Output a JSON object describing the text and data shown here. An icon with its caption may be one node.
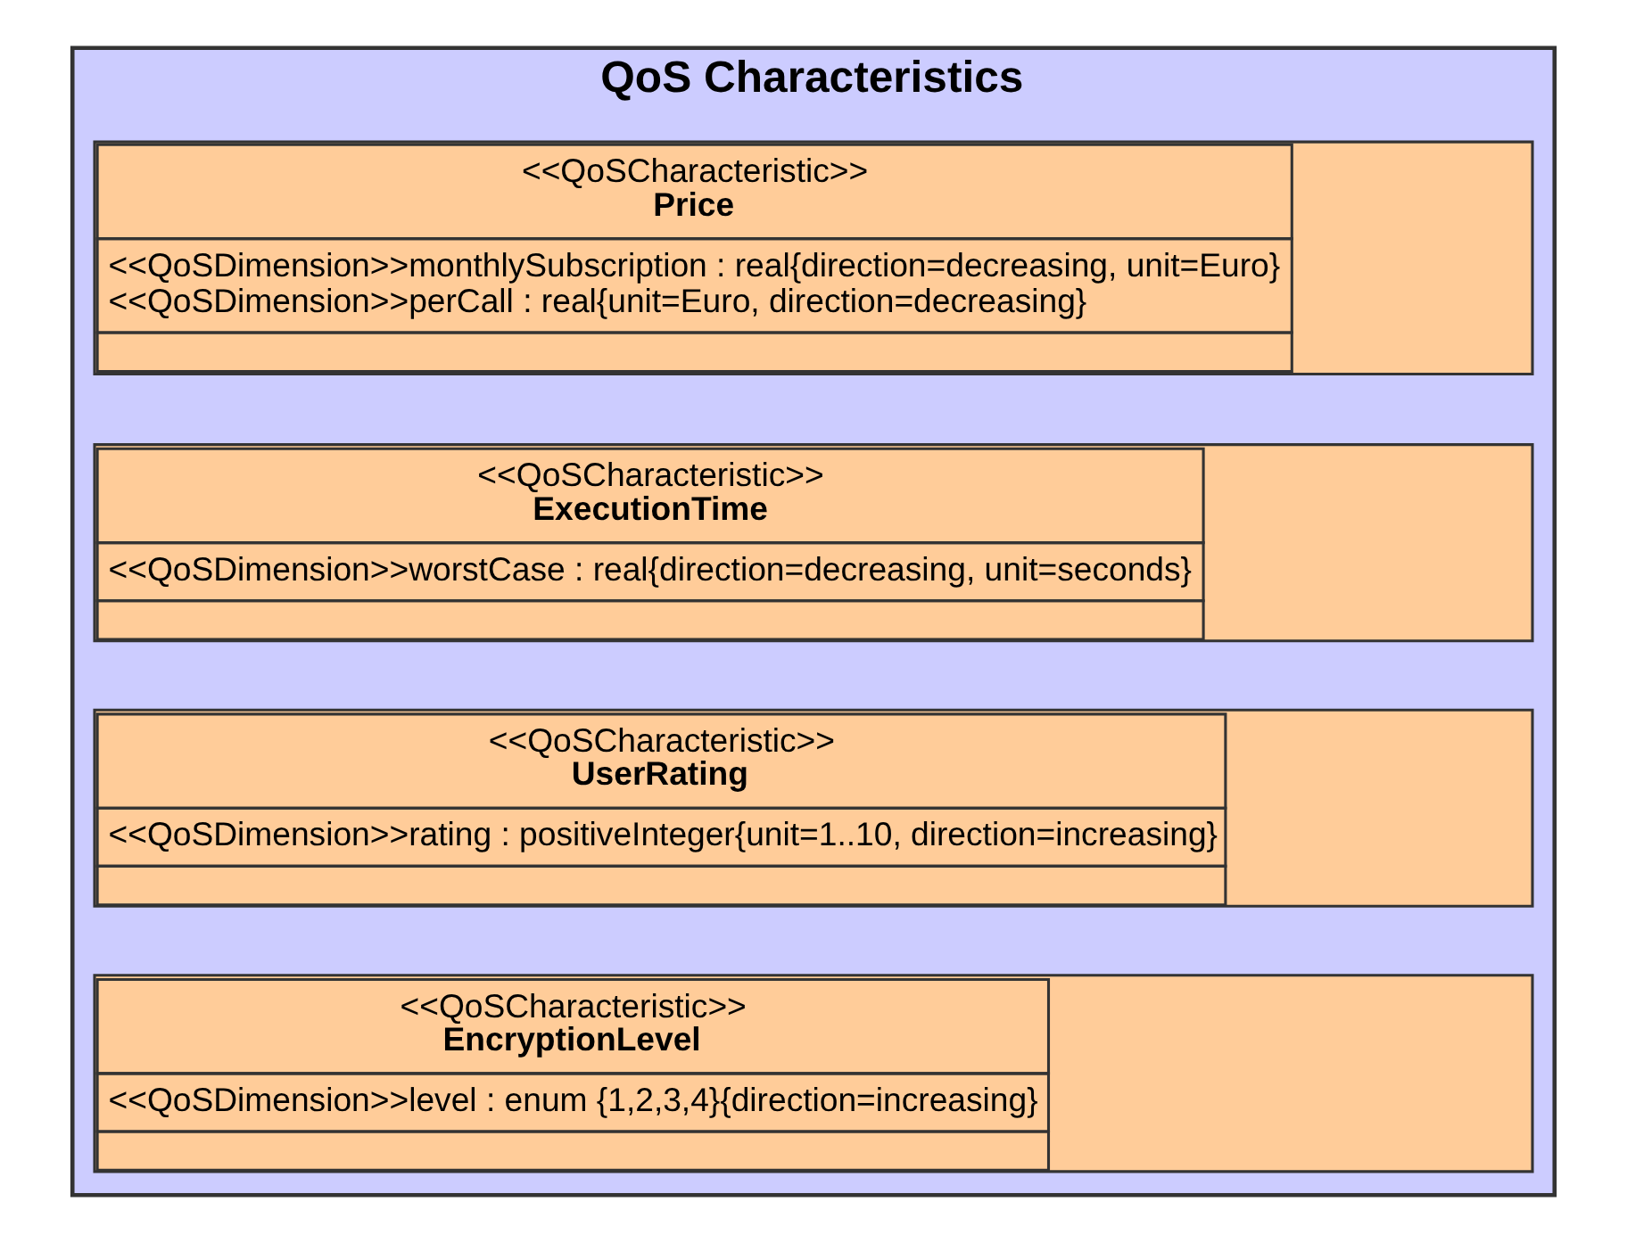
{
  "diagram": {
    "nodes": [
      {
        "text": [
          "QoS Characteristics"
        ]
      },
      {
        "text": [
          "<<QoSCharacteristic>>",
          "Price",
          "<<QoSDimension>>monthlySubscription : real{direction=decreasing, unit=Euro}",
          "<<QoSDimension>>perCall : real{unit=Euro, direction=decreasing}"
        ],
        "in": 0
      },
      {
        "text": [
          "<<QoSCharacteristic>>",
          "ExecutionTime",
          "<<QoSDimension>>worstCase : real{direction=decreasing, unit=seconds}"
        ],
        "in": 0
      },
      {
        "text": [
          "<<QoSCharacteristic>>",
          "UserRating",
          "<<QoSDimension>>rating : positiveInteger{unit=1..10, direction=increasing}"
        ],
        "in": 0
      },
      {
        "text": [
          "<<QoSCharacteristic>>",
          "EncryptionLevel",
          "<<QoSDimension>>level : enum {1,2,3,4}{direction=increasing}"
        ],
        "in": 0
      }
    ],
    "edges": []
  }
}
